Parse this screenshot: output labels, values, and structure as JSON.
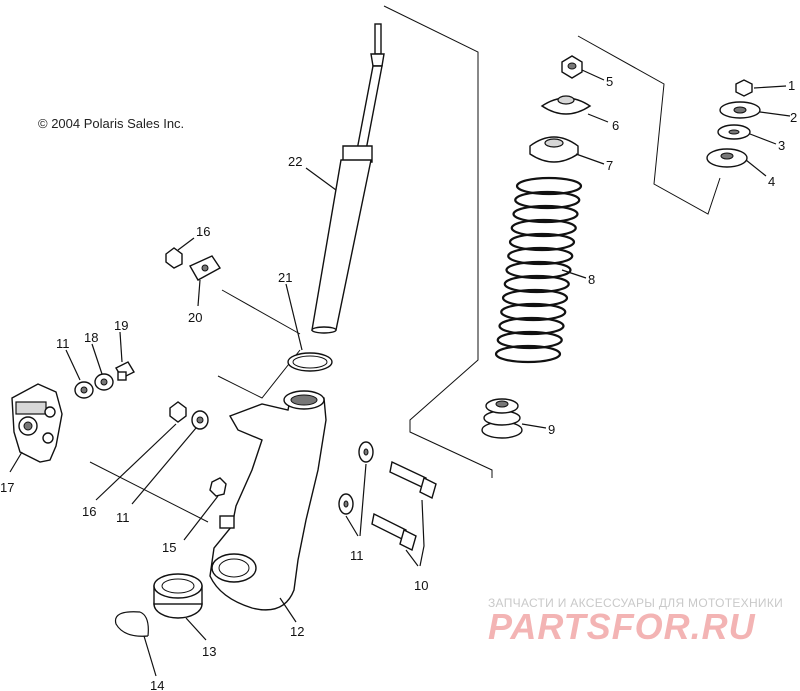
{
  "copyright": "© 2004 Polaris Sales Inc.",
  "watermark": {
    "tagline": "ЗАПЧАСТИ И АКСЕССУАРЫ ДЛЯ МОТОТЕХНИКИ",
    "logo": "PARTSFOR.RU"
  },
  "callouts": [
    {
      "id": "c1",
      "text": "1"
    },
    {
      "id": "c2",
      "text": "2"
    },
    {
      "id": "c3",
      "text": "3"
    },
    {
      "id": "c4",
      "text": "4"
    },
    {
      "id": "c5",
      "text": "5"
    },
    {
      "id": "c6",
      "text": "6"
    },
    {
      "id": "c7",
      "text": "7"
    },
    {
      "id": "c8",
      "text": "8"
    },
    {
      "id": "c9",
      "text": "9"
    },
    {
      "id": "c10",
      "text": "10"
    },
    {
      "id": "c11a",
      "text": "11"
    },
    {
      "id": "c11b",
      "text": "11"
    },
    {
      "id": "c11c",
      "text": "11"
    },
    {
      "id": "c12",
      "text": "12"
    },
    {
      "id": "c13",
      "text": "13"
    },
    {
      "id": "c14",
      "text": "14"
    },
    {
      "id": "c15",
      "text": "15"
    },
    {
      "id": "c16a",
      "text": "16"
    },
    {
      "id": "c16b",
      "text": "16"
    },
    {
      "id": "c17",
      "text": "17"
    },
    {
      "id": "c18",
      "text": "18"
    },
    {
      "id": "c19",
      "text": "19"
    },
    {
      "id": "c20",
      "text": "20"
    },
    {
      "id": "c21",
      "text": "21"
    },
    {
      "id": "c22",
      "text": "22"
    }
  ]
}
